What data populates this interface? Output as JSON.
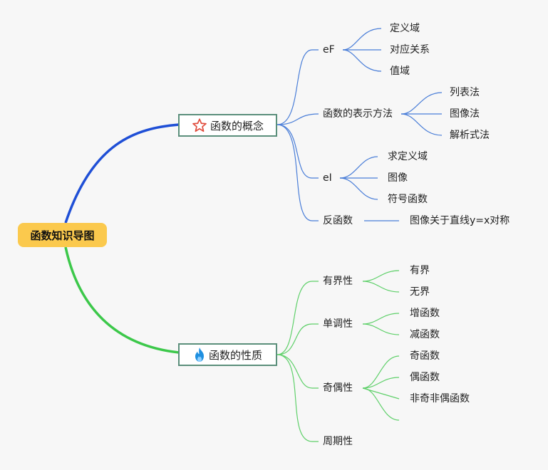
{
  "root": {
    "label": "函数知识导图"
  },
  "topics": [
    {
      "label": "函数的概念",
      "icon": "star-icon"
    },
    {
      "label": "函数的性质",
      "icon": "flame-icon"
    }
  ],
  "concept": {
    "ef": {
      "label": "eF",
      "children": [
        "定义域",
        "对应关系",
        "值域"
      ]
    },
    "repr": {
      "label": "函数的表示方法",
      "children": [
        "列表法",
        "图像法",
        "解析式法"
      ]
    },
    "ei": {
      "label": "eI",
      "children": [
        "求定义域",
        "图像",
        "符号函数"
      ]
    },
    "inverse": {
      "label": "反函数",
      "children": [
        "图像关于直线y=x对称"
      ]
    }
  },
  "property": {
    "bounded": {
      "label": "有界性",
      "children": [
        "有界",
        "无界"
      ]
    },
    "monotonic": {
      "label": "单调性",
      "children": [
        "增函数",
        "减函数"
      ]
    },
    "parity": {
      "label": "奇偶性",
      "children": [
        "奇函数",
        "偶函数",
        "非奇非偶函数"
      ]
    },
    "periodic": {
      "label": "周期性"
    }
  },
  "colors": {
    "root_fill": "#fbc94d",
    "concept_branch": "#1f4fd6",
    "concept_lines": "#4a7ed8",
    "property_branch": "#3cc84a",
    "property_lines": "#5fd06a",
    "topic_border": "#5b8f7b",
    "star_icon": "#e04a3a",
    "flame_icon": "#1e8fe0"
  }
}
